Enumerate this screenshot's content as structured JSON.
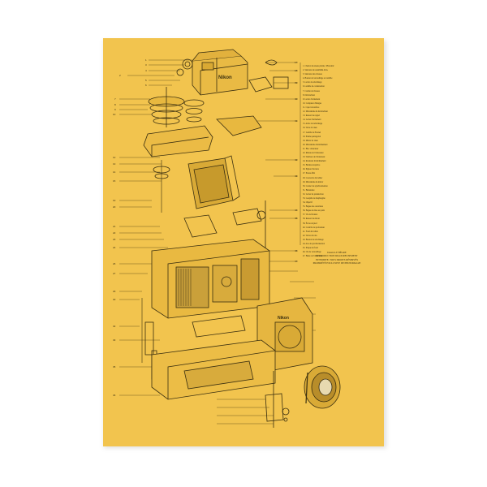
{
  "poster": {
    "background": "#f2c44e",
    "ink": "#3a2f10",
    "brand_on_prism": "Nikon",
    "legend_items": [
      "1. Chariot du réseau prisme / Photomic",
      "2. Sélecteur de sensibilité ASA",
      "3. Sélecteur des vitesses",
      "4. Bouton de verrouillage et contrôle",
      "5. Levier de rebobinage",
      "6. Lentille de condensation",
      "7. Cadran de vitesses",
      "8. Déclencheur",
      "9. Levier d'armement",
      "10. Compteur d'images",
      "11. Capot de surface",
      "12. Mécanisme du déclencheur",
      "13. Ressort de rappel",
      "14. Levier d'armement",
      "15. Arbre du rebobinage",
      "16. Verre de visée",
      "17. Lentille de Fresnel",
      "18. Prisme pentagonal",
      "19. Miroir de visée",
      "20. Mécanisme d'entraînement",
      "21. Bloc obturateur",
      "22. Rideau de l'obturateur",
      "23. Tambour de l'obturateur",
      "24. Rouleaux d'entraînement",
      "25. Bobine réceptrice",
      "26. Pignon d'avance",
      "27. Presse-film",
      "28. Couvercle du boîtier",
      "29. Mécanisme du miroir",
      "30. Contact de synchronisation",
      "31. Baïonnette",
      "32. Levier de présélection",
      "33. Goupille de diaphragme",
      "34. Objectif",
      "35. Bague des ouvertures",
      "36. Bague de mise au point",
      "37. Vis de fixation",
      "38. Ressort de miroir",
      "39. Écrou de pied",
      "40. Contrôle de profondeur",
      "41. Fond du boîtier",
      "42. Verrou du dos",
      "43. Bouton de rebobinage",
      "44. Axe de synchronisation",
      "45. Plaque du fond",
      "46. Clé de verrouillage",
      "47. Butée de l'obturateur"
    ],
    "credit_lines": [
      "Dessin LE HÉGRE",
      "REPRODUCTION RIGOUREUSEMENT",
      "INTERDITE. TOUS DROITS RÉSERVÉS",
      "PROPRIÉTÉ EXCLUSIVE DE PHOTOMAGIE"
    ]
  }
}
